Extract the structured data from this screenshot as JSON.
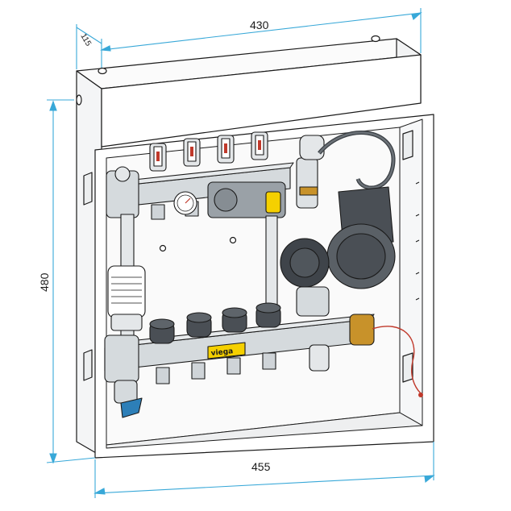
{
  "dimensions": {
    "depth": "115",
    "top_width": "430",
    "height": "480",
    "bottom_width": "455"
  },
  "brand_logo": "viega",
  "colors": {
    "dimension_line": "#38a8d8",
    "outline": "#1a1a1a",
    "steel": "#cfd4d8",
    "dark_part": "#4a4f55",
    "brass": "#c8922a",
    "logo_yellow": "#f5d000",
    "valve_blue": "#2d7fb8",
    "sensor_wire": "#c0392b"
  }
}
